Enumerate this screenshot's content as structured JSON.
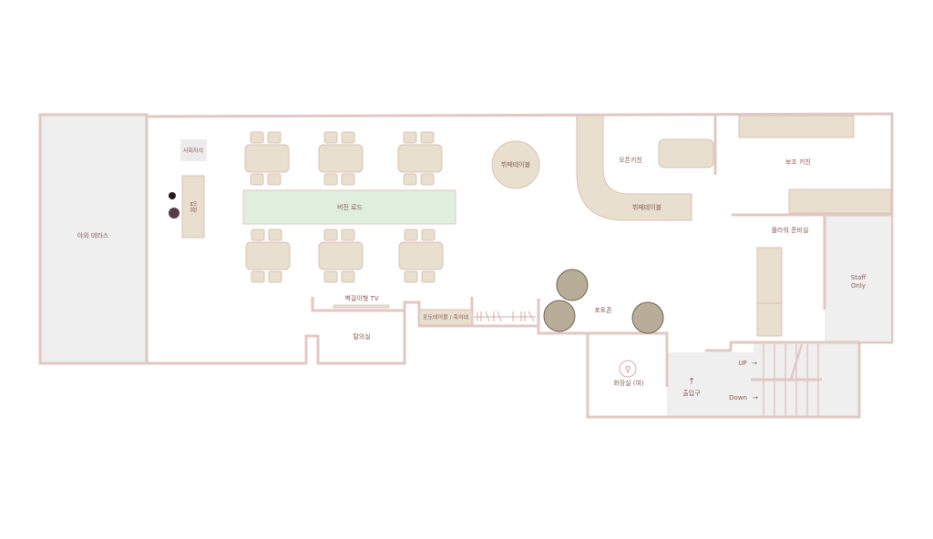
{
  "labels": {
    "terrace": "야외 테라스",
    "mc_seat": "사회자석",
    "reception": "입장",
    "virgin_road": "버진 로드",
    "buffet_round": "뷔페테이블",
    "open_kitchen": "오픈키친",
    "buffet_table": "뷔페테이블",
    "sub_kitchen": "보조 키친",
    "flower_room": "플라워 준비실",
    "staff_only_1": "Staff",
    "staff_only_2": "Only",
    "tv": "벽걸이형 TV",
    "photo_table": "포토테이블 / 축의대",
    "dressing_room": "탈의실",
    "photo_zone": "포토존",
    "restroom": "화장실 (여)",
    "entrance": "출입구",
    "up": "UP",
    "down": "Down"
  },
  "colors": {
    "wall": "#e2c7c3",
    "furniture": "#e8dfcf",
    "virgin_road": "#dfeedd",
    "text": "#8a5a52"
  }
}
